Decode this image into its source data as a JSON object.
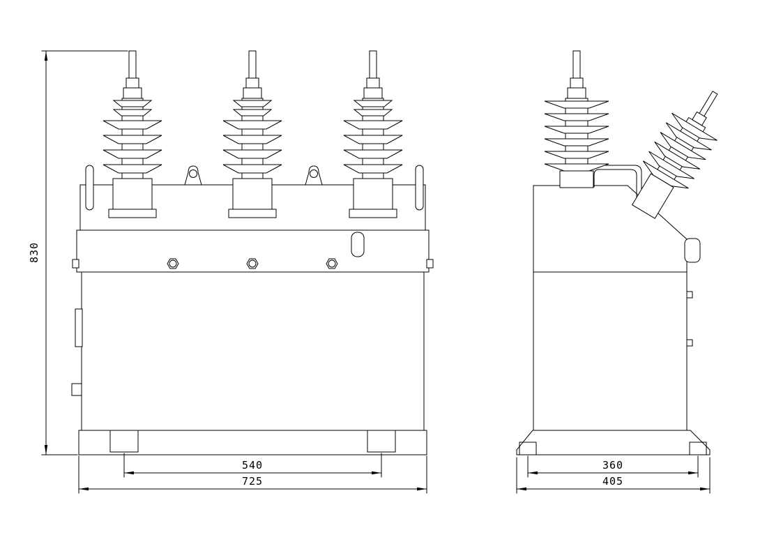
{
  "drawing": {
    "background": "#ffffff",
    "line_color": "#000000",
    "dimensions": {
      "overall_height": "830",
      "front_foot_spacing": "540",
      "front_overall_width": "725",
      "side_foot_spacing": "360",
      "side_overall_depth": "405"
    }
  }
}
